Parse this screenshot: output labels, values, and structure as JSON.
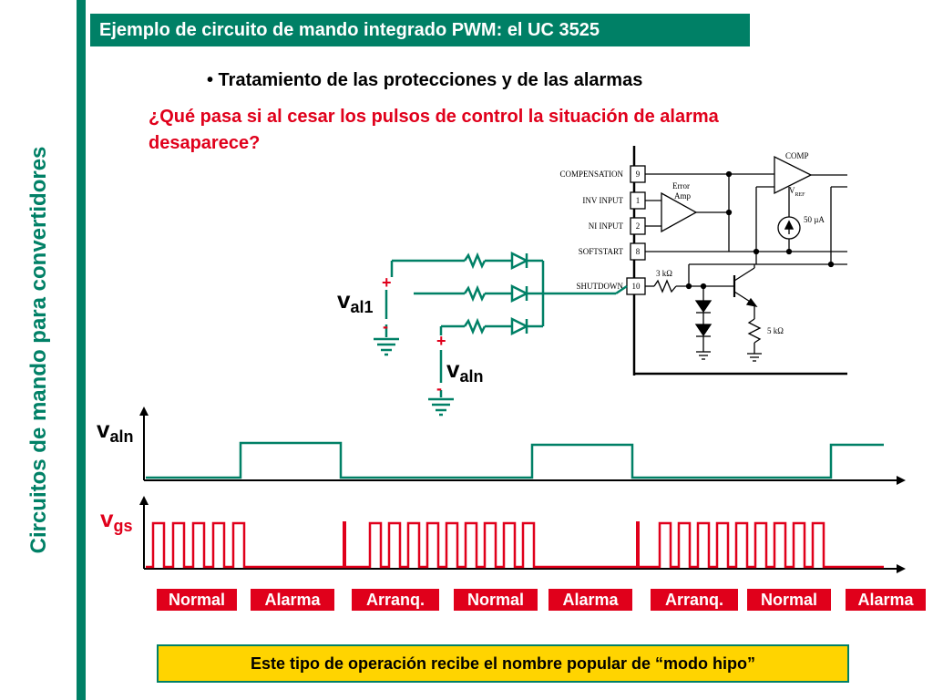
{
  "side_title": "Circuitos de mando para convertidores",
  "title": "Ejemplo de circuito de mando integrado PWM: el UC 3525",
  "bullet": "• Tratamiento de las protecciones y de las alarmas",
  "question": "¿Qué pasa si al cesar los pulsos de control la situación de alarma desaparece?",
  "schematic": {
    "pins": [
      {
        "name": "COMPENSATION",
        "num": "9"
      },
      {
        "name": "INV INPUT",
        "num": "1"
      },
      {
        "name": "NI INPUT",
        "num": "2"
      },
      {
        "name": "SOFTSTART",
        "num": "8"
      },
      {
        "name": "SHUTDOWN",
        "num": "10"
      }
    ],
    "comp_label": "COMP",
    "error_amp_line1": "Error",
    "error_amp_line2": "Amp",
    "vref_main": "V",
    "vref_sub": "REF",
    "current_source": "50 µA",
    "resistor_3k": "3 kΩ",
    "resistor_5k": "5 kΩ",
    "plus_sign": "+",
    "minus_sign": "-",
    "val1_main": "v",
    "val1_sub": "al1",
    "valn_main": "v",
    "valn_sub": "aln"
  },
  "waveforms": {
    "valn_main": "v",
    "valn_sub": "aln",
    "vgs_main": "v",
    "vgs_sub": "gs"
  },
  "states": [
    "Normal",
    "Alarma",
    "Arranq.",
    "Normal",
    "Alarma",
    "Arranq.",
    "Normal",
    "Alarma"
  ],
  "note": "Este tipo de operación recibe el nombre popular de “modo hipo”",
  "colors": {
    "teal": "#008066",
    "red": "#e0001b",
    "yellow": "#ffd400"
  }
}
